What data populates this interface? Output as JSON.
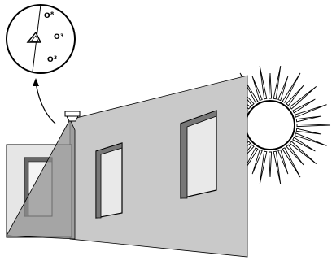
{
  "dial": {
    "markings": [
      "O",
      "O",
      "O"
    ],
    "sub_markings": [
      "8",
      "3",
      "3"
    ]
  },
  "sun": {
    "ray_count": 36
  },
  "colors": {
    "line": "#000000",
    "wall_light": "#cfcfcf",
    "wall_mid": "#b5b5b5",
    "wall_dark": "#8c8c8c",
    "sun_fill": "#ffffff"
  }
}
